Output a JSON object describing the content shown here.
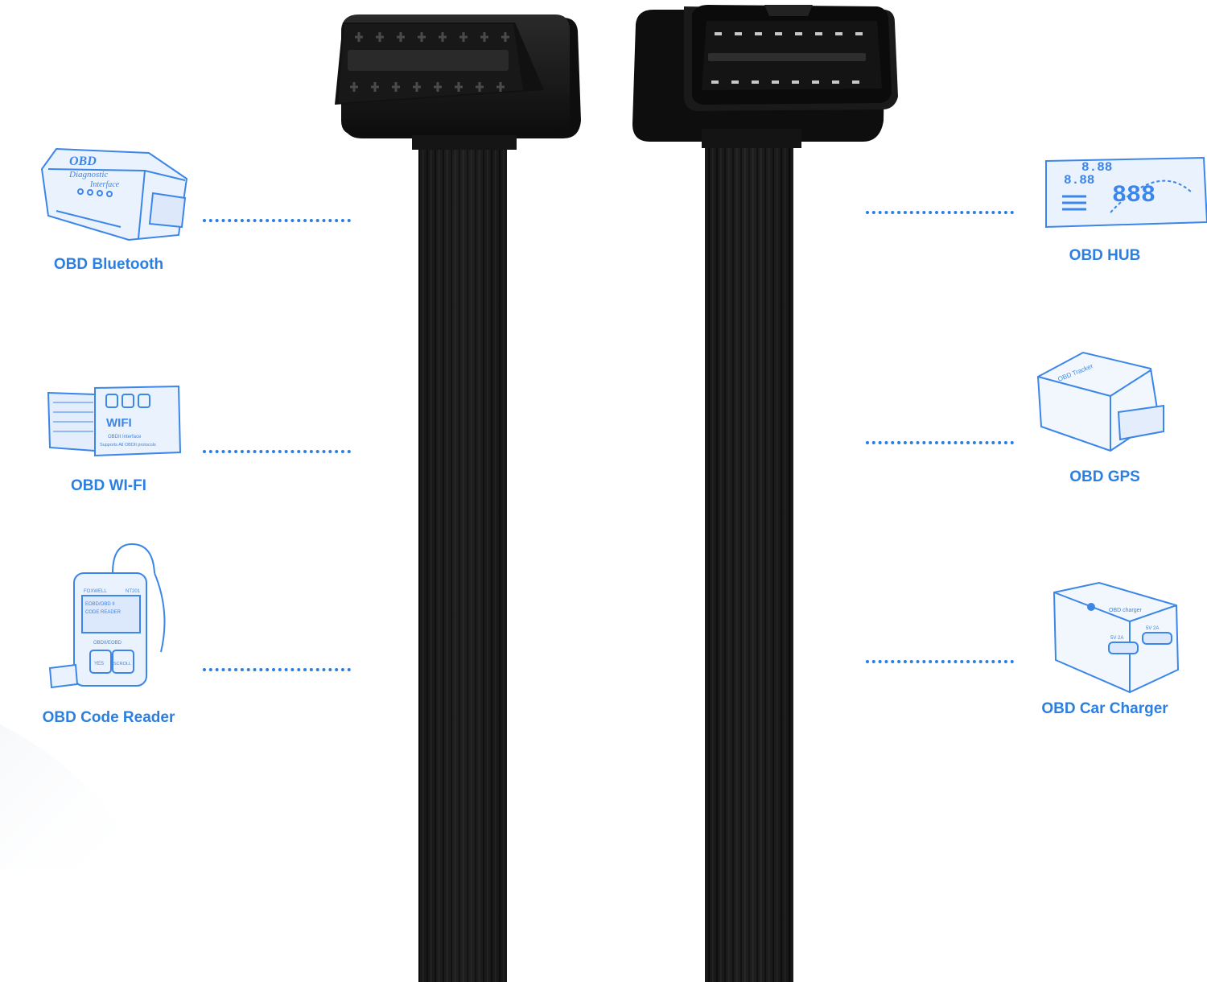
{
  "colors": {
    "accent": "#2b7fe0",
    "line_art": "#3b86e8",
    "cable": "#1c1c1c",
    "cable_rib": "#2e2e2e",
    "connector": "#161616"
  },
  "connectors": {
    "left": "female-connector",
    "right": "male-connector"
  },
  "left_devices": [
    {
      "id": "bluetooth",
      "label": "OBD Bluetooth",
      "icon": "obd-bluetooth-adapter-icon"
    },
    {
      "id": "wifi",
      "label": "OBD WI-FI",
      "icon": "obd-wifi-adapter-icon"
    },
    {
      "id": "code-reader",
      "label": "OBD Code Reader",
      "icon": "obd-code-reader-icon"
    }
  ],
  "right_devices": [
    {
      "id": "hub",
      "label": "OBD HUB",
      "icon": "obd-hud-display-icon"
    },
    {
      "id": "gps",
      "label": "OBD GPS",
      "icon": "obd-gps-tracker-icon"
    },
    {
      "id": "charger",
      "label": "OBD Car Charger",
      "icon": "obd-car-charger-icon"
    }
  ],
  "device_text": {
    "bt_line1": "OBD",
    "bt_line2": "Diagnostic",
    "bt_line3": "Interface",
    "wifi_mark": "WIFI",
    "wifi_line1": "OBDII Interface",
    "wifi_line2": "Supports All OBDII protocols",
    "reader_brand": "FOXWELL",
    "reader_model": "NT201",
    "reader_screen1": "EOBD/OBD II",
    "reader_screen2": "CODE READER",
    "reader_footer": "OBDII/EOBD",
    "reader_btn1": "YES",
    "reader_btn2": "SCROLL",
    "hud_digits_small": "8.88",
    "hud_digits_mid": "8.88",
    "hud_digits_big": "888",
    "gps_brand": "OBD Tracker",
    "charger_brand": "OBD charger",
    "charger_port1": "5V 2A",
    "charger_port2": "5V 2A"
  }
}
